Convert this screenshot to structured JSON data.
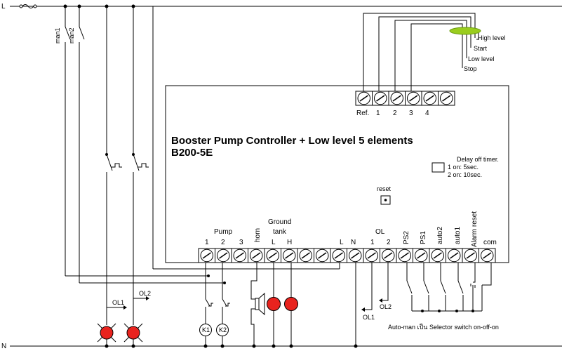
{
  "rails": {
    "live": "L",
    "neutral": "N"
  },
  "controller": {
    "title": "Booster Pump Controller + Low level 5 elements",
    "model": "B200-5E",
    "timer_title": "Delay off timer.",
    "timer_opt1": "1 on: 5sec.",
    "timer_opt2": "2 on: 10sec.",
    "reset_label": "reset"
  },
  "probe_terminals": [
    "Ref.",
    "1",
    "2",
    "3",
    "4"
  ],
  "probe_labels": [
    "High level",
    "Start",
    "Low level",
    "Stop"
  ],
  "bottom_groups": {
    "pump": "Pump",
    "ground_tank_1": "Ground",
    "ground_tank_2": "tank",
    "ol": "OL"
  },
  "bottom_terminals": [
    "1",
    "2",
    "3",
    "horn",
    "L",
    "H",
    "L",
    "N",
    "1",
    "2",
    "PS2",
    "PS1",
    "auto2",
    "auto1",
    "Alarm reset",
    "com"
  ],
  "switches": {
    "man1": "man1",
    "man2": "man2"
  },
  "overloads": {
    "ol1": "OL1",
    "ol2": "OL2"
  },
  "contactors": [
    "K1",
    "K2"
  ],
  "selector_note": "Auto-man เป็น Selector switch on-off-on",
  "colors": {
    "lamp": "#e8231e",
    "float": "#9acd1e"
  }
}
